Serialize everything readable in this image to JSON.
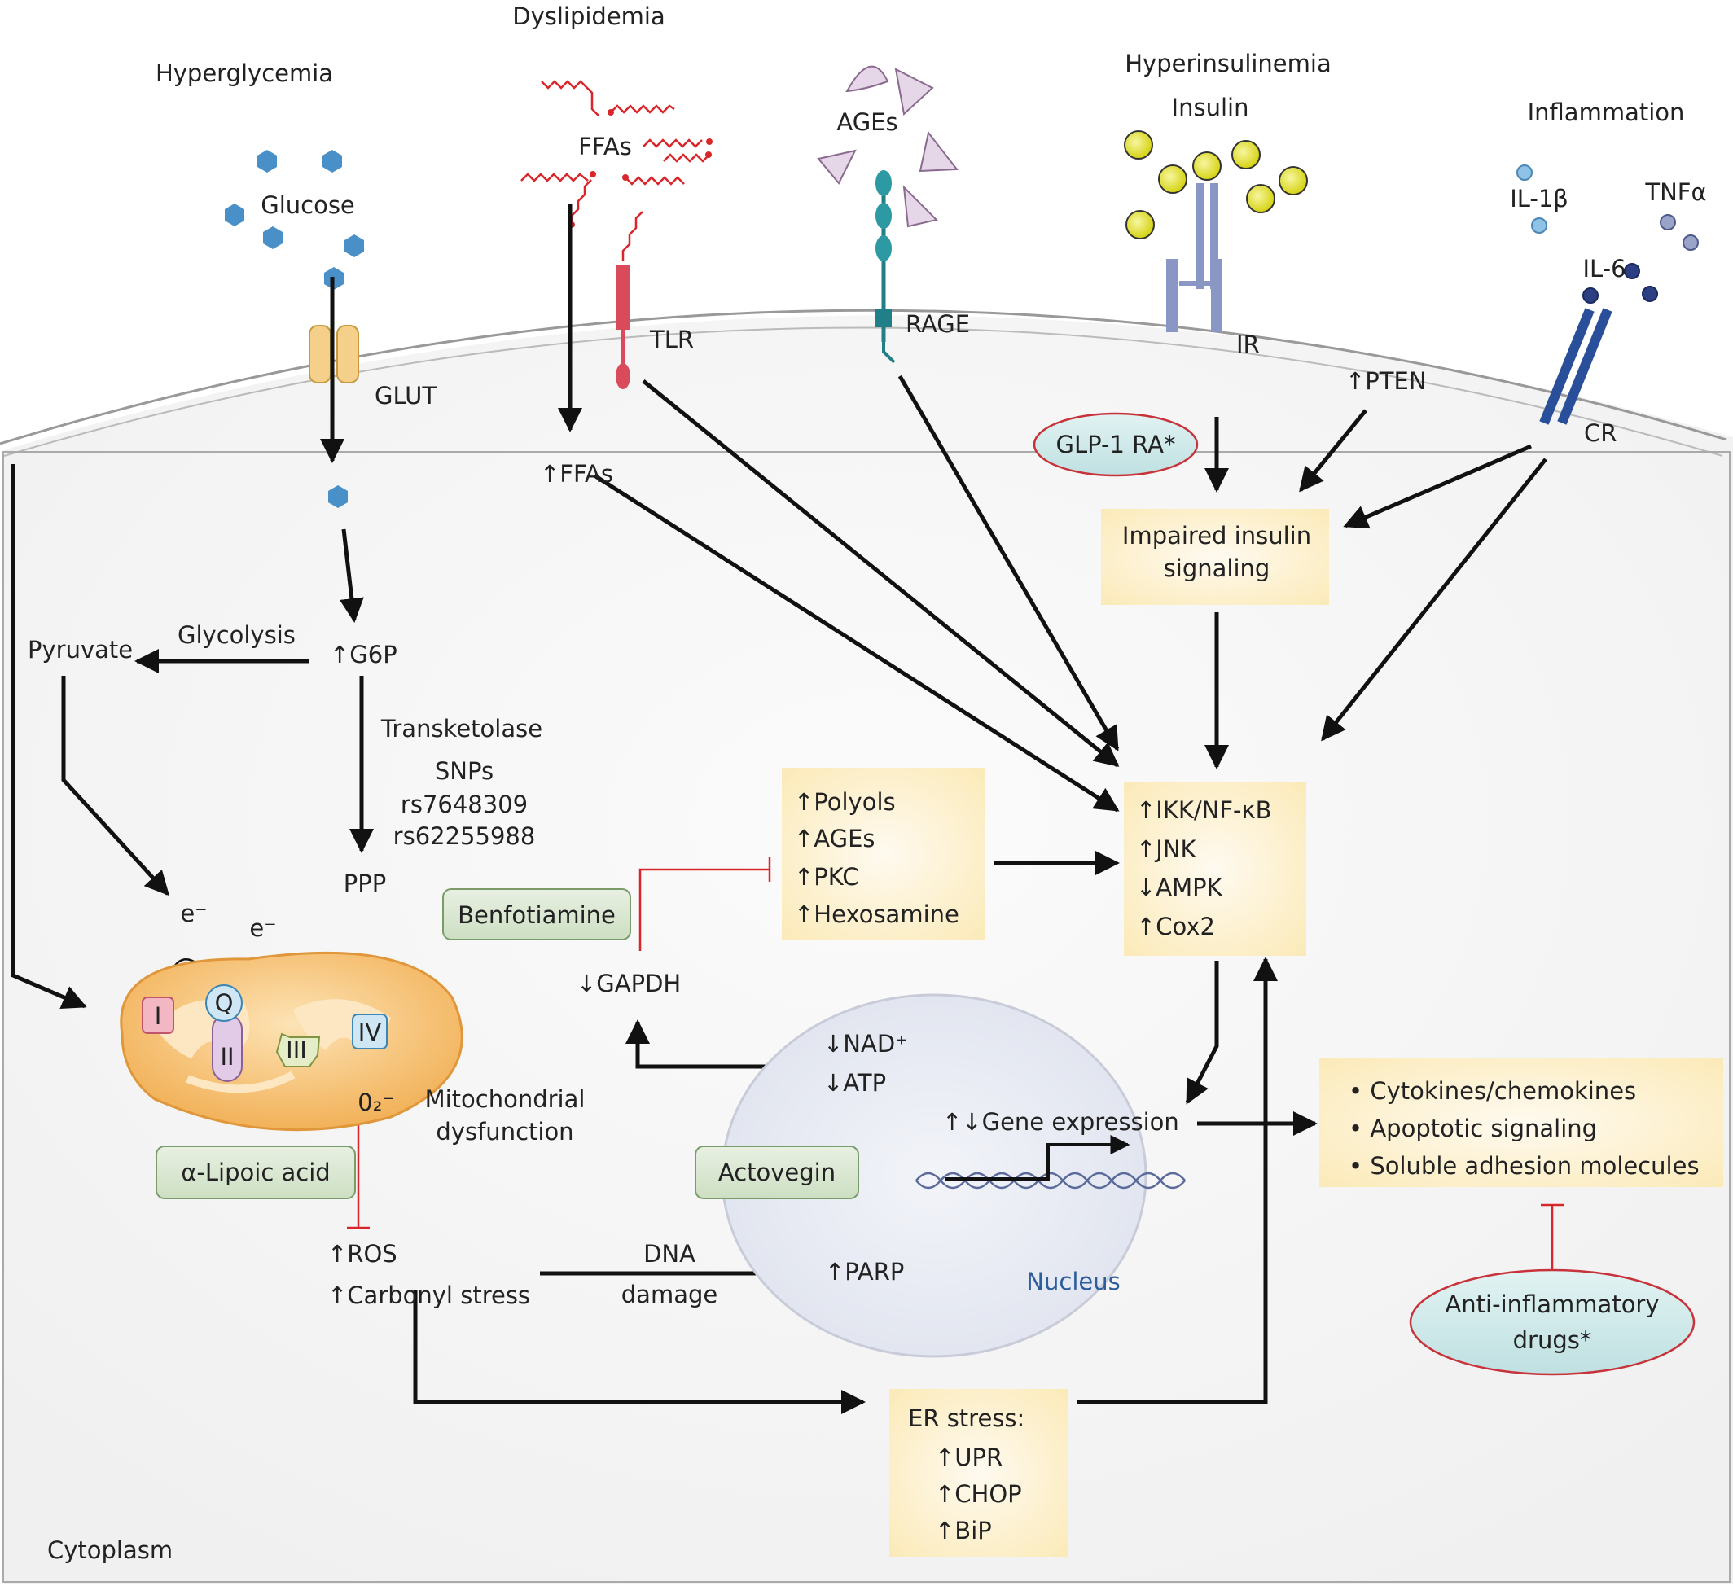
{
  "stimuli": {
    "hyperglycemia": "Hyperglycemia",
    "dyslipidemia": "Dyslipidemia",
    "hyperinsulinemia": "Hyperinsulinemia",
    "inflammation": "Inflammation"
  },
  "molecules": {
    "glucose": "Glucose",
    "ffas": "FFAs",
    "ages": "AGEs",
    "insulin": "Insulin",
    "il1b": "IL-1β",
    "tnfa": "TNFα",
    "il6": "IL-6"
  },
  "receptors": {
    "glut": "GLUT",
    "tlr": "TLR",
    "rage": "RAGE",
    "ir": "IR",
    "cr": "CR"
  },
  "intermediates": {
    "ffas_up": "↑FFAs",
    "pten_up": "↑PTEN",
    "g6p_up": "↑G6P",
    "pyruvate": "Pyruvate",
    "glycolysis": "Glycolysis",
    "transketolase": "Transketolase",
    "snps": "SNPs",
    "snp1": "rs7648309",
    "snp2": "rs62255988",
    "ppp": "PPP",
    "gapdh_down": "↓GAPDH",
    "nad_down": "↓NAD⁺",
    "atp_down": "↓ATP",
    "parp_up": "↑PARP",
    "ros_up": "↑ROS",
    "carbonyl_up": "↑Carbonyl stress",
    "dna": "DNA",
    "damage": "damage",
    "gene_expression": "↑↓Gene expression",
    "nucleus": "Nucleus",
    "cytoplasm": "Cytoplasm",
    "mito_line1": "Mitochondrial",
    "mito_line2": "dysfunction",
    "electron1": "e⁻",
    "electron2": "e⁻",
    "superoxide": "0₂⁻"
  },
  "complexes": {
    "c1": "I",
    "cq": "Q",
    "c2": "II",
    "c3": "III",
    "c4": "IV"
  },
  "boxes": {
    "impaired_line1": "Impaired insulin",
    "impaired_line2": "signaling",
    "pathways": [
      "↑Polyols",
      "↑AGEs",
      "↑PKC",
      "↑Hexosamine"
    ],
    "kinases": [
      "↑IKK/NF-κB",
      "↑JNK",
      "↓AMPK",
      "↑Cox2"
    ],
    "outcomes": [
      "• Cytokines/chemokines",
      "• Apoptotic signaling",
      "• Soluble adhesion molecules"
    ],
    "er_title": "ER stress:",
    "er_items": [
      "↑UPR",
      "↑CHOP",
      "↑BiP"
    ]
  },
  "drugs": {
    "glp1": "GLP-1 RA*",
    "benfotiamine": "Benfotiamine",
    "lipoic": "α-Lipoic acid",
    "actovegin": "Actovegin",
    "antiinflam_line1": "Anti-inflammatory",
    "antiinflam_line2": "drugs*"
  },
  "colors": {
    "arrow": "#111111",
    "inhibit": "#d9262b",
    "box_fill": "#fdf0c4",
    "drug_green": "#dbe8d3",
    "drug_oval": "#cfe8e8",
    "glucose": "#4a90c8",
    "ffa": "#d9262b",
    "insulin": "#e6e41c",
    "mito": "#f3b35a"
  }
}
